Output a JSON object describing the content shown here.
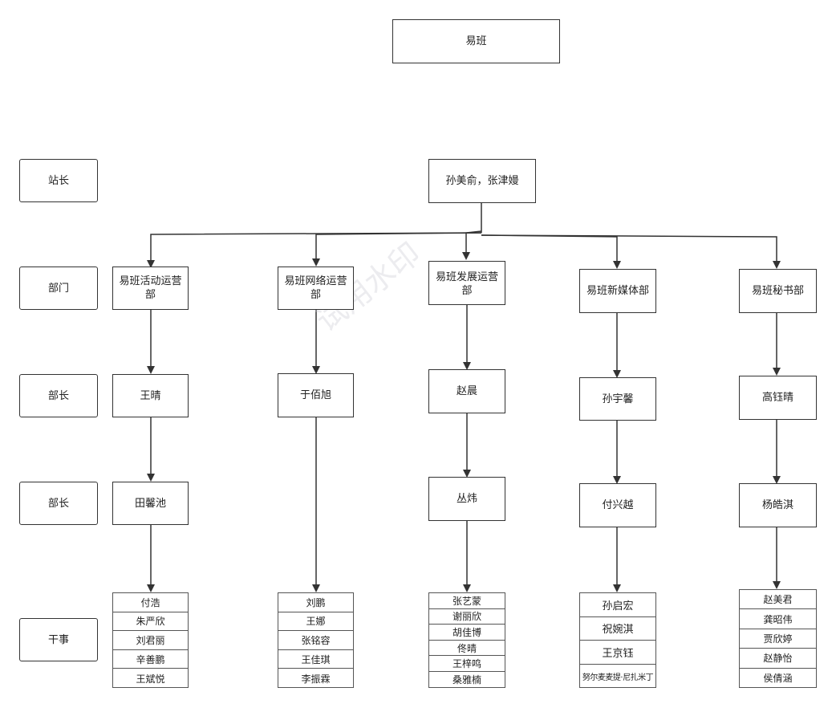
{
  "root": "易班",
  "row_labels": {
    "station_head": "站长",
    "departments": "部门",
    "dept_head_1": "部长",
    "dept_head_2": "部长",
    "staff": "干事"
  },
  "station_heads": "孙美俞，张津嫚",
  "departments": [
    {
      "name": "易班活动运营部",
      "head": "王晴",
      "deputy": "田馨池",
      "staff": [
        "付浩",
        "朱严欣",
        "刘君丽",
        "辛善鹏",
        "王斌悦"
      ]
    },
    {
      "name": "易班网络运营部",
      "head": "于佰旭",
      "deputy": "",
      "staff": [
        "刘鹏",
        "王娜",
        "张铭容",
        "王佳琪",
        "李振霖"
      ]
    },
    {
      "name": "易班发展运营部",
      "head": "赵晨",
      "deputy": "丛炜",
      "staff": [
        "张艺蒙",
        "谢丽欣",
        "胡佳博",
        "佟晴",
        "王梓鸣",
        "桑雅楠"
      ]
    },
    {
      "name": "易班新媒体部",
      "head": "孙宇馨",
      "deputy": "付兴越",
      "staff": [
        "孙启宏",
        "祝婉淇",
        "王京钰",
        "努尔麦麦提·尼扎米丁"
      ]
    },
    {
      "name": "易班秘书部",
      "head": "高钰晴",
      "deputy": "杨皓淇",
      "staff": [
        "赵美君",
        "龚昭伟",
        "贾欣婷",
        "赵静怡",
        "侯倩涵"
      ]
    }
  ],
  "watermark": "试用水印",
  "colors": {
    "line": "#333333",
    "border": "#333333"
  }
}
